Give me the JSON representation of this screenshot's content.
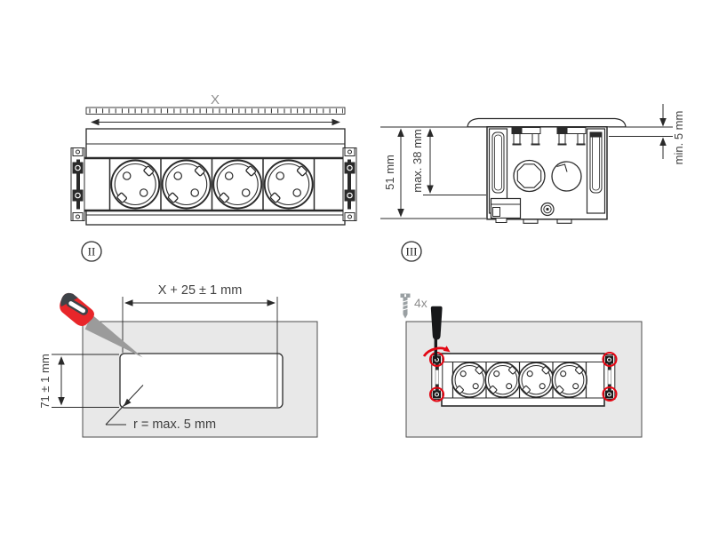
{
  "figure": {
    "socket_count": 4
  },
  "colors": {
    "line": "#2a2a2a",
    "panel_fill": "#e8e8e8",
    "accent_red": "#e30613",
    "tool_gray": "#9b9b9b",
    "dim_text": "#3f3f3f",
    "muted_text": "#8f8f8f"
  },
  "panels": {
    "front_view": {
      "step_label": "II",
      "width_dim_label": "X"
    },
    "section_view": {
      "step_label": "III",
      "depth_total": "51 mm",
      "depth_max_install": "max. 38 mm",
      "panel_thickness_min": "min. 5 mm"
    },
    "cutout_view": {
      "cutout_width": "X + 25 ± 1 mm",
      "cutout_height": "71 ± 1 mm",
      "corner_radius": "r = max. 5 mm"
    },
    "mounting_view": {
      "screw_count_label": "4x"
    }
  }
}
